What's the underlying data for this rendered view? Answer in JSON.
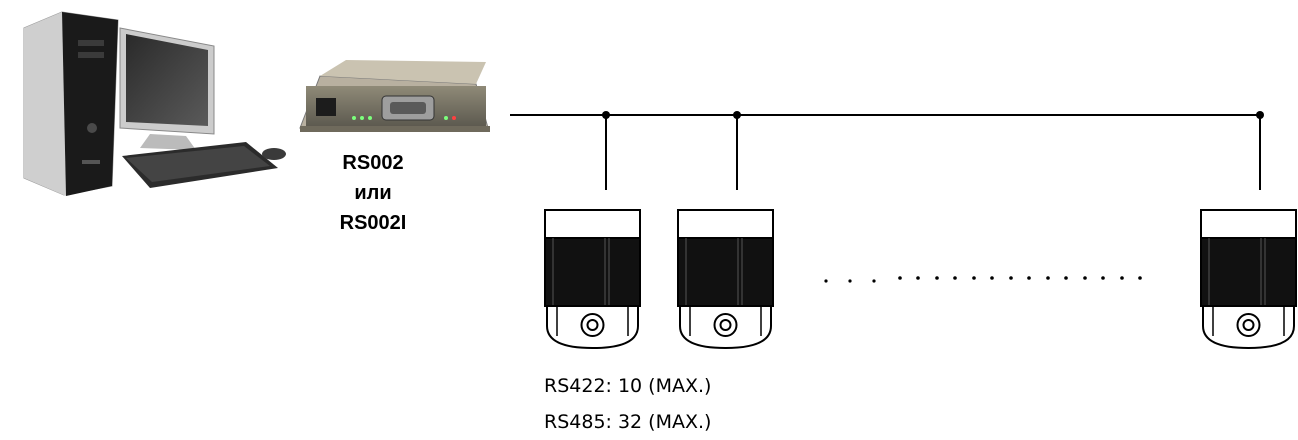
{
  "converter": {
    "model_line_1": "RS002",
    "connector_word": "или",
    "model_line_2": "RS002I"
  },
  "limits": {
    "rs422": "RS422: 10 (MAX.)",
    "rs485": "RS485: 32 (MAX.)"
  },
  "colors": {
    "bus_line": "#000000",
    "camera_body": "#111111",
    "camera_cap": "#ffffff"
  },
  "icons": [
    "desktop-computer-icon",
    "rs-converter-icon",
    "dome-camera-icon"
  ]
}
